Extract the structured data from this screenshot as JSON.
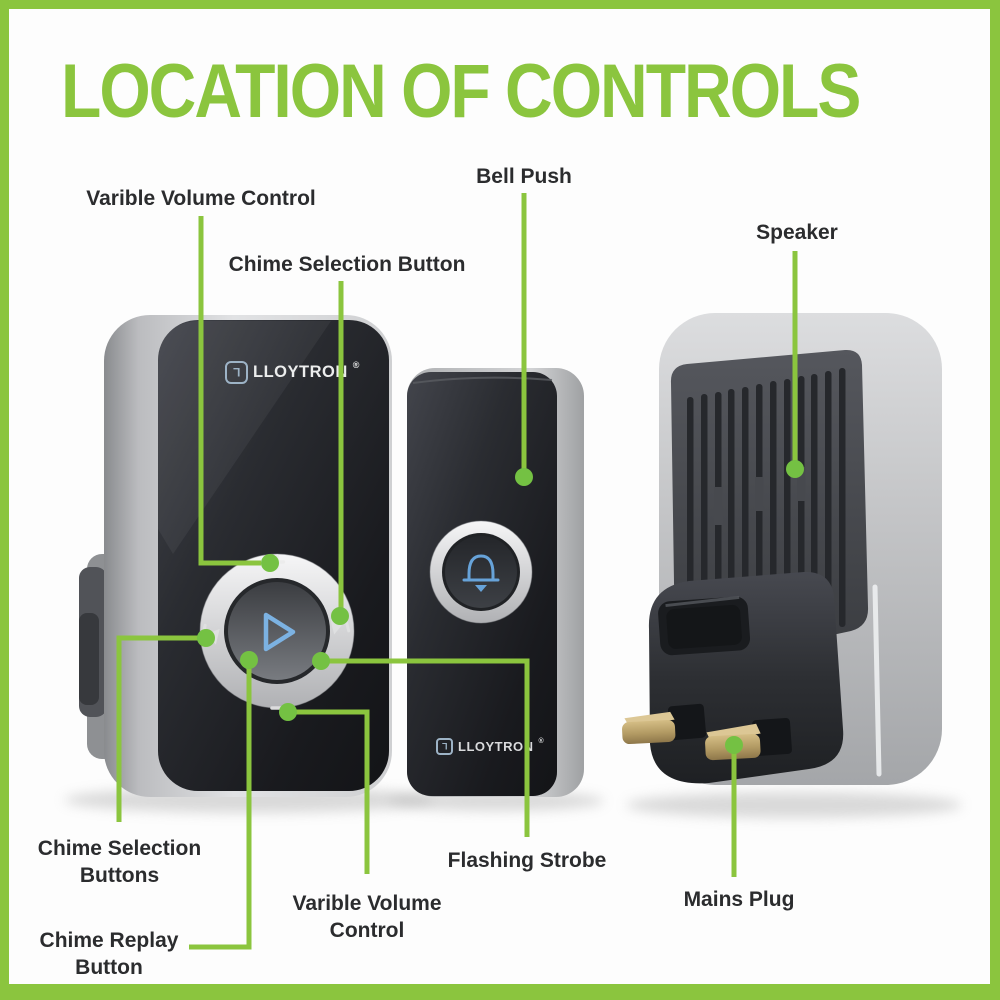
{
  "title": "LOCATION OF CONTROLS",
  "labels": {
    "variable_volume_top": "Varible Volume Control",
    "chime_selection_button": "Chime Selection Button",
    "bell_push": "Bell Push",
    "speaker": "Speaker",
    "chime_selection_buttons": "Chime Selection Buttons",
    "chime_replay_button": "Chime Replay Button",
    "variable_volume_bottom": "Varible Volume Control",
    "flashing_strobe": "Flashing Strobe",
    "mains_plug": "Mains Plug"
  },
  "brand": {
    "name": "LLOYTRON",
    "registered": "®",
    "mark_glyph": "L"
  },
  "icons": {
    "play_replay": "play-triangle-outline",
    "volume_up": "plus",
    "volume_down": "minus",
    "chime_prev": "skip-back",
    "chime_next": "skip-forward",
    "bell": "bell-outline"
  },
  "colors": {
    "accent_green": "#8bc53e",
    "dot_green": "#74c143",
    "label_text": "#2b2c2e",
    "accent_blue": "#6ea9dc",
    "device_silver": "#c6c7c9",
    "device_dark": "#232529",
    "brass": "#b29a63"
  }
}
